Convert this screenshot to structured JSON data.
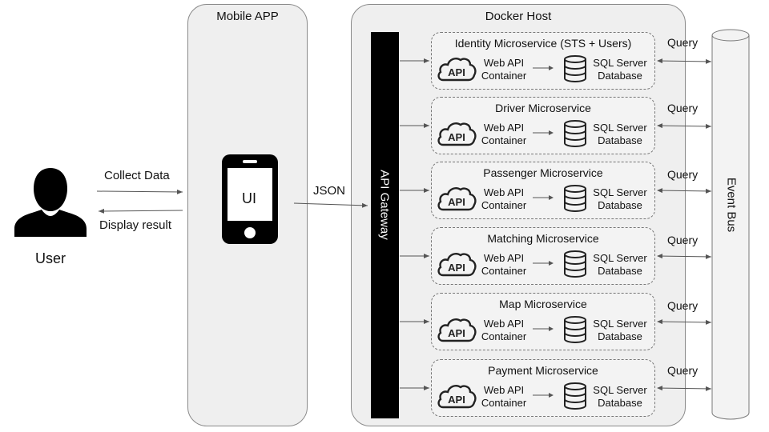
{
  "user": {
    "label": "User"
  },
  "arrows": {
    "collect": "Collect Data",
    "display": "Display result",
    "json": "JSON"
  },
  "mobile_app": {
    "title": "Mobile APP",
    "phone_label": "UI"
  },
  "docker_host": {
    "title": "Docker Host"
  },
  "gateway": {
    "label": "API Gateway"
  },
  "event_bus": {
    "label": "Event Bus"
  },
  "services": [
    {
      "title": "Identity Microservice (STS + Users)",
      "api_text": "API",
      "web_line1": "Web API",
      "web_line2": "Container",
      "db_line1": "SQL Server",
      "db_line2": "Database",
      "query": "Query"
    },
    {
      "title": "Driver Microservice",
      "api_text": "API",
      "web_line1": "Web API",
      "web_line2": "Container",
      "db_line1": "SQL Server",
      "db_line2": "Database",
      "query": "Query"
    },
    {
      "title": "Passenger Microservice",
      "api_text": "API",
      "web_line1": "Web API",
      "web_line2": "Container",
      "db_line1": "SQL Server",
      "db_line2": "Database",
      "query": "Query"
    },
    {
      "title": "Matching Microservice",
      "api_text": "API",
      "web_line1": "Web API",
      "web_line2": "Container",
      "db_line1": "SQL Server",
      "db_line2": "Database",
      "query": "Query"
    },
    {
      "title": "Map Microservice",
      "api_text": "API",
      "web_line1": "Web API",
      "web_line2": "Container",
      "db_line1": "SQL Server",
      "db_line2": "Database",
      "query": "Query"
    },
    {
      "title": "Payment Microservice",
      "api_text": "API",
      "web_line1": "Web API",
      "web_line2": "Container",
      "db_line1": "SQL Server",
      "db_line2": "Database",
      "query": "Query"
    }
  ],
  "colors": {
    "panel_bg": "#efefef",
    "gateway": "#000000",
    "arrow": "#555555"
  }
}
